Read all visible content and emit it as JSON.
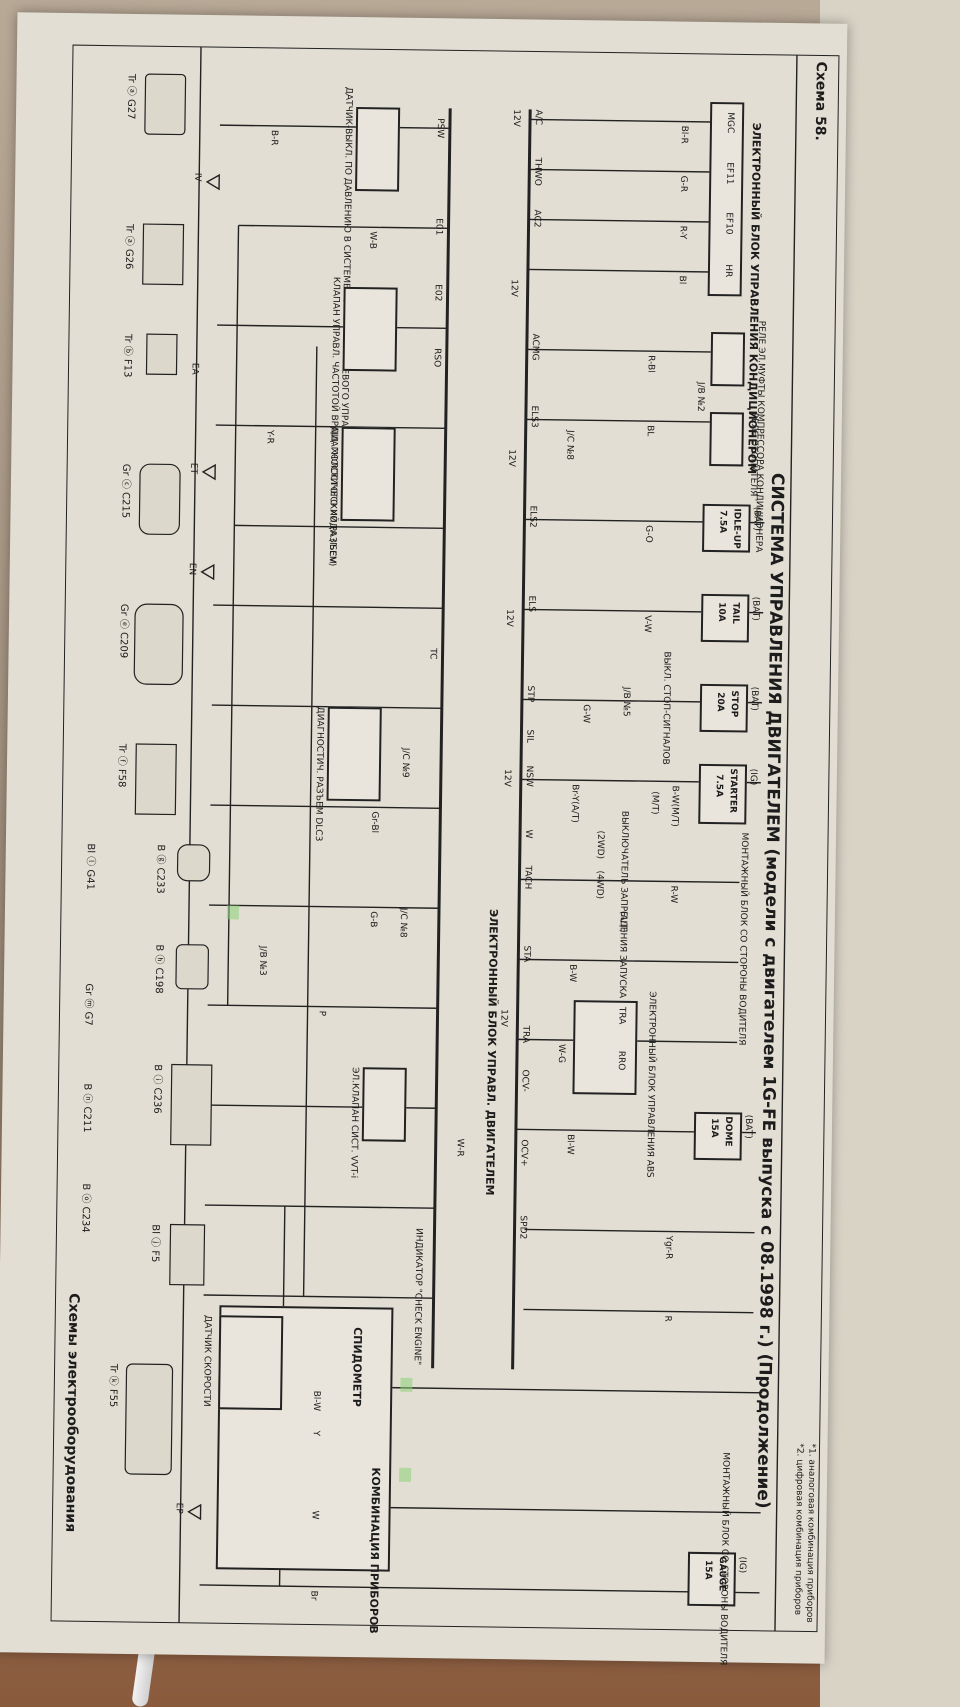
{
  "header": {
    "scheme_number": "Схема 58.",
    "book_section": "Схемы электрооборудования",
    "title": "СИСТЕМА УПРАВЛЕНИЯ ДВИГАТЕЛЕМ (модели с двигателем 1G-FE выпуска с 08.1998 г.) (Продолжение)",
    "footnote1": "*1. аналоговая комбинация приборов",
    "footnote2": "*2. цифровая комбинация приборов"
  },
  "fuses": [
    {
      "rating": "7.5A",
      "name": "IDLE-UP",
      "source": "(BAT)"
    },
    {
      "rating": "10A",
      "name": "TAIL",
      "source": "(BAT)"
    },
    {
      "rating": "20A",
      "name": "STOP",
      "source": "(BAT)"
    },
    {
      "rating": "7.5A",
      "name": "STARTER",
      "source": "(IG)"
    },
    {
      "rating": "15A",
      "name": "DOME",
      "source": "(BAT)"
    },
    {
      "rating": "15A",
      "name": "GAUGE",
      "source": "(IG)"
    }
  ],
  "components": {
    "ac_ecu": "ЭЛЕКТРОННЫЙ БЛОК УПРАВЛЕНИЯ КОНДИЦИОНЕРОМ",
    "ac_relay": "РЕЛЕ ЭЛ.МУФТЫ КОМПРЕССОРА КОНДИЦИОНЕРА",
    "fan_relay": "РЕЛЕ ОТОПИТЕЛЯ",
    "ps_switch": "ДАТЧИК-ВЫКЛ. ПО ДАВЛЕНИЮ В СИСТЕМЕ УСИЛИТЕЛЯ РУЛЕВОГО УПРАВЛЕНИЯ",
    "isc_valve": "КЛАПАН УПРАВЛ. ЧАСТОТОЙ ВРАЩ. ХОЛОСТОГО ХОДА (ISCV)",
    "diag_connector": "ДИАГНОСТИЧЕСКИЙ РАЗЪЕМ",
    "dlc3": "ДИАГНОСТИЧ. РАЗЪЕМ DLC3",
    "stop_switch": "ВЫКЛ. СТОП-СИГНАЛОВ",
    "start_inhibit": "ВЫКЛЮЧАТЕЛЬ ЗАПРЕЩЕНИЯ ЗАПУСКА",
    "junction_block": "МОНТАЖНЫЙ БЛОК СО СТОРОНЫ ВОДИТЕЛЯ",
    "engine_ecu": "ЭЛЕКТРОННЫЙ БЛОК УПРАВЛ. ДВИГАТЕЛЕМ",
    "abs_ecu": "ЭЛЕКТРОННЫЙ БЛОК УПРАВЛЕНИЯ ABS",
    "vvt_valve": "ЭЛ.КЛАПАН СИСТ. VVT-i",
    "check_engine": "ИНДИКАТОР \"CHECK ENGINE\"",
    "speedometer": "СПИДОМЕТР",
    "instrument_cluster": "КОМБИНАЦИЯ ПРИБОРОВ",
    "speed_sensor": "ДАТЧИК СКОРОСТИ"
  },
  "ecu_pins": [
    "MGC",
    "EF11",
    "EF10",
    "HR",
    "A/C",
    "THWO",
    "AC2",
    "ACMG",
    "ELS3",
    "ELS2",
    "ELS",
    "STP",
    "SIL",
    "NSW",
    "W",
    "TACH",
    "STA",
    "TRA",
    "OCV-",
    "OCV+",
    "SPD2",
    "RSO",
    "E01",
    "E02",
    "PSW",
    "TC"
  ],
  "junction_labels": [
    "J/B №2",
    "J/B №5",
    "J/B №3",
    "J/C №8",
    "J/C №9",
    "J/C №8"
  ],
  "wire_colors": [
    "Bl-R",
    "G-R",
    "R-Y",
    "Bl",
    "R-Bl",
    "BL",
    "G-O",
    "V-W",
    "G-W",
    "Br-Y(A/T)",
    "B-W(M/T)",
    "R-W",
    "B-W",
    "W-G",
    "Bl-W",
    "Ygr-R",
    "W-R",
    "G-B",
    "Gr-Bl",
    "P",
    "R",
    "W-B",
    "B-R",
    "Y-R",
    "Bl-W",
    "W",
    "Y",
    "Br"
  ],
  "connector_legend": [
    "Tr ⓐ G27",
    "Tr ⓐ G26",
    "Tr ⓑ F13",
    "Gr ⓒ C215",
    "Gr ⓔ C209",
    "Tr ⓕ F58",
    "B ⓖ C233",
    "B ⓗ C198",
    "B ⓘ C236",
    "Bl ⓙ F5",
    "Tr ⓚ F55",
    "Bl ⓛ G41",
    "Gr ⓜ G7",
    "B ⓝ C211",
    "B ⓞ C234"
  ],
  "grounds": [
    "IV",
    "ET",
    "EN",
    "EA",
    "EP"
  ],
  "voltage": "12V",
  "abs_pins": [
    "TRA",
    "RRO"
  ],
  "notes": [
    "(2WD)",
    "(4WD)",
    "(A/T)",
    "(M/T)"
  ],
  "accent_colors": {
    "highlight": "#8cd278",
    "paper": "#e3ded3",
    "ink": "#1c1c1c"
  }
}
